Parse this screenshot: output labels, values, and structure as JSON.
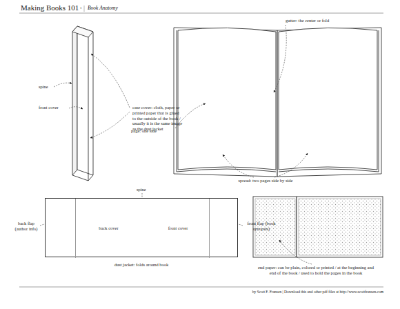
{
  "diagram": {
    "title": "Making Books 101",
    "nodes": [
      {
        "text": [
          "dust jacket: folds around book"
        ]
      },
      {
        "text": [
          "back cover"
        ],
        "in": 0
      },
      {
        "text": [
          "front cover"
        ],
        "in": 0
      }
    ],
    "labels": [
      "1",
      "Book Anatomy",
      "spine",
      "front cover",
      "case cover: cloth, paper or printed paper that is glued to the outside of the book / usually it is the same image as the dust jacket",
      "gutter: the center or fold",
      "page: one side",
      "spread: two pages side by side",
      "spine",
      "back flap (author info)",
      "front flap (book synopsis)",
      "end paper: can be plain, colored or printed / at the beginning and end of the book / used to hold the pages in the book",
      "by Scott F. Fransen | Download this and other pdf files at http://www.scottfransen.com"
    ]
  }
}
